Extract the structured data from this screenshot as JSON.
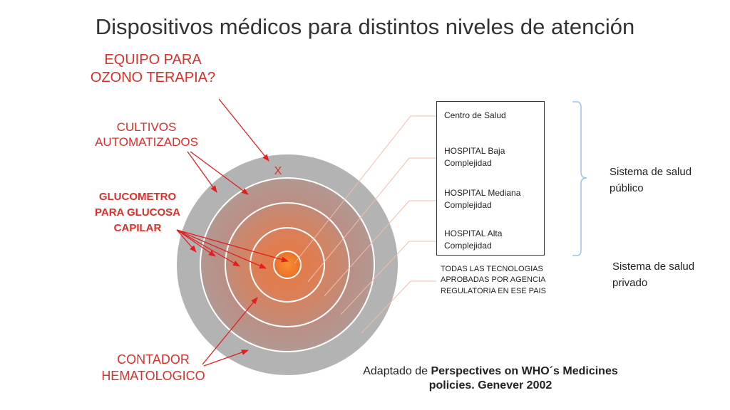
{
  "slide": {
    "title": "Dispositivos médicos para distintos niveles de atención",
    "device_labels": {
      "ozono": "EQUIPO PARA OZONO TERAPIA?",
      "cultivos": "CULTIVOS AUTOMATIZADOS",
      "glucometro": "GLUCOMETRO PARA GLUCOSA CAPILAR",
      "contador": "CONTADOR HEMATOLOGICO",
      "x_mark": "X"
    },
    "levels": [
      "Centro de Salud",
      "HOSPITAL Baja Complejidad",
      "HOSPITAL Mediana Complejidad",
      "HOSPITAL Alta Complejidad"
    ],
    "outer_note": "TODAS LAS TECNOLOGIAS APROBADAS POR AGENCIA REGULATORIA EN ESE PAIS",
    "system_public": "Sistema de salud público",
    "system_private": "Sistema de salud privado",
    "source_prefix": "Adaptado de ",
    "source_bold": "Perspectives on WHO´s Medicines policies. Genever 2002"
  },
  "colors": {
    "title": "#333333",
    "red_label": "#d9302a",
    "arrow": "#e02020",
    "ring_outer": "#b3b3b3",
    "ring_second": "#b69590",
    "ring_third": "#c98772",
    "ring_fourth": "#dd7a55",
    "core": "#f27d2c",
    "bracket": "#9ec3e6",
    "leader": "#f0bfa8"
  }
}
